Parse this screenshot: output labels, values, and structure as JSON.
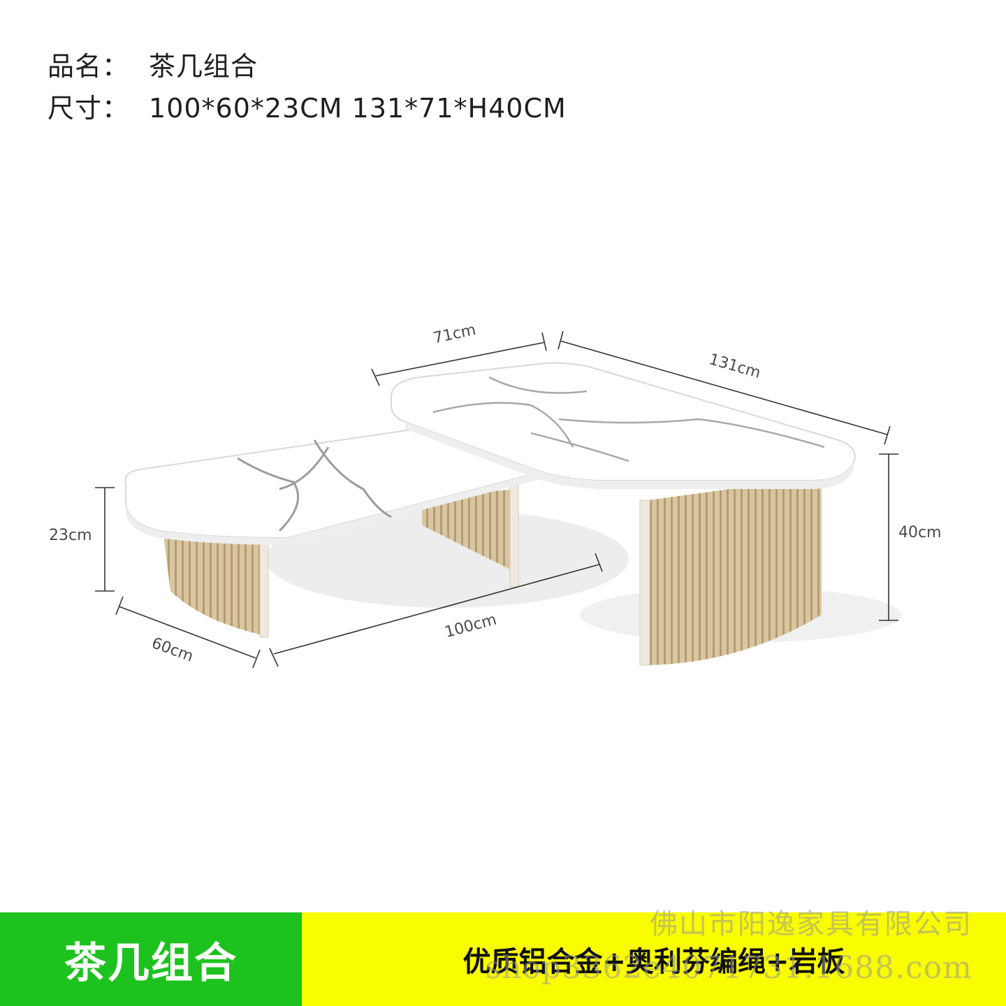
{
  "spec": {
    "name_label": "品名：",
    "name_value": "茶几组合",
    "size_label": "尺寸：",
    "size_value": "100*60*23CM 131*71*H40CM"
  },
  "dimensions": {
    "small_depth": "60cm",
    "small_length": "100cm",
    "small_height": "23cm",
    "large_depth": "71cm",
    "large_length": "131cm",
    "large_height": "40cm"
  },
  "banner": {
    "title": "茶几组合",
    "subtitle": "优质铝合金+奥利芬编绳+岩板",
    "left_color": "#1ec21f",
    "right_color": "#fafc00"
  },
  "watermark": {
    "company": "佛山市阳逸家具有限公司",
    "url": "shop3362e4071731.1688.com"
  }
}
